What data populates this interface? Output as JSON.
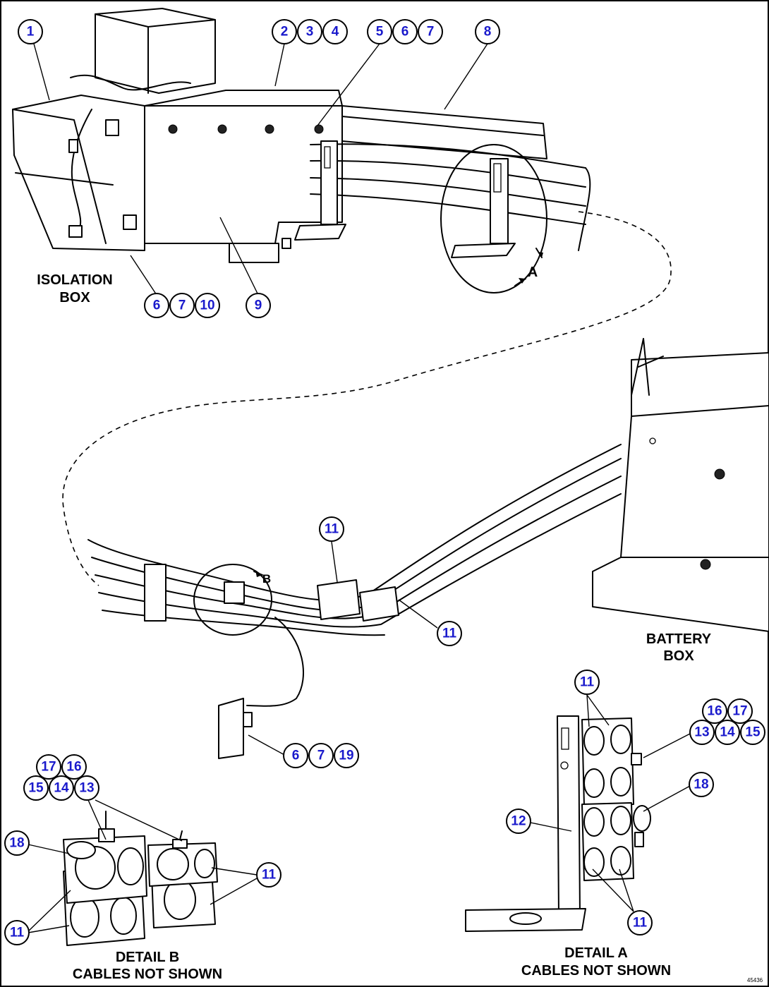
{
  "labels": {
    "isolation_box_1": "ISOLATION",
    "isolation_box_2": "BOX",
    "battery_box_1": "BATTERY",
    "battery_box_2": "BOX",
    "detail_b_1": "DETAIL B",
    "detail_b_2": "CABLES NOT SHOWN",
    "detail_a_1": "DETAIL A",
    "detail_a_2": "CABLES NOT SHOWN",
    "view_a": "A",
    "view_b": "B",
    "figure_code": "45436"
  },
  "callouts": [
    {
      "id": "c1",
      "text": "1"
    },
    {
      "id": "c2",
      "text": "2"
    },
    {
      "id": "c3",
      "text": "3"
    },
    {
      "id": "c4",
      "text": "4"
    },
    {
      "id": "c5",
      "text": "5"
    },
    {
      "id": "c6a",
      "text": "6"
    },
    {
      "id": "c7a",
      "text": "7"
    },
    {
      "id": "c8",
      "text": "8"
    },
    {
      "id": "c6b",
      "text": "6"
    },
    {
      "id": "c7b",
      "text": "7"
    },
    {
      "id": "c10",
      "text": "10"
    },
    {
      "id": "c9",
      "text": "9"
    },
    {
      "id": "c11a",
      "text": "11"
    },
    {
      "id": "c11b",
      "text": "11"
    },
    {
      "id": "c6c",
      "text": "6"
    },
    {
      "id": "c7c",
      "text": "7"
    },
    {
      "id": "c19",
      "text": "19"
    },
    {
      "id": "c11c",
      "text": "11"
    },
    {
      "id": "c16a",
      "text": "16"
    },
    {
      "id": "c17a",
      "text": "17"
    },
    {
      "id": "c13a",
      "text": "13"
    },
    {
      "id": "c14a",
      "text": "14"
    },
    {
      "id": "c15a",
      "text": "15"
    },
    {
      "id": "c18a",
      "text": "18"
    },
    {
      "id": "c12",
      "text": "12"
    },
    {
      "id": "c11d",
      "text": "11"
    },
    {
      "id": "c17b",
      "text": "17"
    },
    {
      "id": "c16b",
      "text": "16"
    },
    {
      "id": "c15b",
      "text": "15"
    },
    {
      "id": "c14b",
      "text": "14"
    },
    {
      "id": "c13b",
      "text": "13"
    },
    {
      "id": "c18b",
      "text": "18"
    },
    {
      "id": "c11e",
      "text": "11"
    },
    {
      "id": "c11f",
      "text": "11"
    }
  ]
}
